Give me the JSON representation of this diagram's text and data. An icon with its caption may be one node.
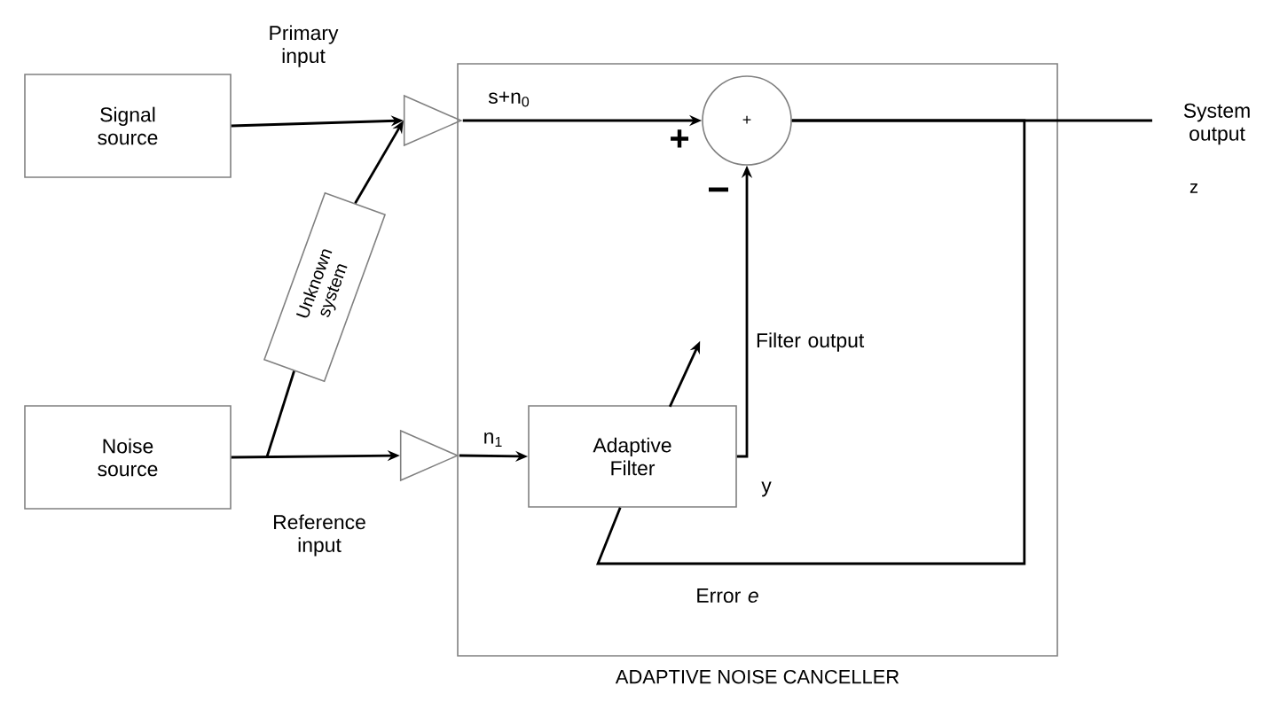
{
  "diagram": {
    "nodes": [
      {
        "text": [
          "ADAPTIVE NOISE CANCELLER"
        ]
      },
      {
        "text": [
          "Signal source"
        ]
      },
      {
        "text": [
          "Noise source"
        ]
      },
      {
        "text": [
          "Unknown system"
        ]
      },
      {
        "text": [],
        "shape": "triangle"
      },
      {
        "text": [],
        "shape": "triangle"
      },
      {
        "text": [
          "+"
        ],
        "in": 0
      },
      {
        "text": [
          "Adaptive Filter"
        ],
        "in": 0
      },
      {
        "text": [
          "System output"
        ],
        "beside": [
          "z"
        ]
      }
    ],
    "edges": [
      {
        "from": 1,
        "to": 4,
        "arrow": "to",
        "label": "Primary input"
      },
      {
        "from": 2,
        "to": 5,
        "arrow": "to",
        "label": "Reference input"
      },
      {
        "from": 2,
        "to": 3,
        "arrow": "none"
      },
      {
        "from": 3,
        "to": 4,
        "arrow": "to"
      },
      {
        "from": 4,
        "to": 6,
        "arrow": "to",
        "label": "s+n$_{0}$"
      },
      {
        "from": 5,
        "to": 7,
        "arrow": "to",
        "label": "n$_{1}$"
      },
      {
        "from": 7,
        "to": 6,
        "arrow": "to",
        "label": "Filter output"
      },
      {
        "from": 6,
        "to": 8,
        "arrow": "none"
      },
      {
        "from": 6,
        "to": 7,
        "arrow": "none",
        "label": "Error *e*"
      }
    ],
    "labels": [
      "+",
      "−",
      "y"
    ]
  }
}
